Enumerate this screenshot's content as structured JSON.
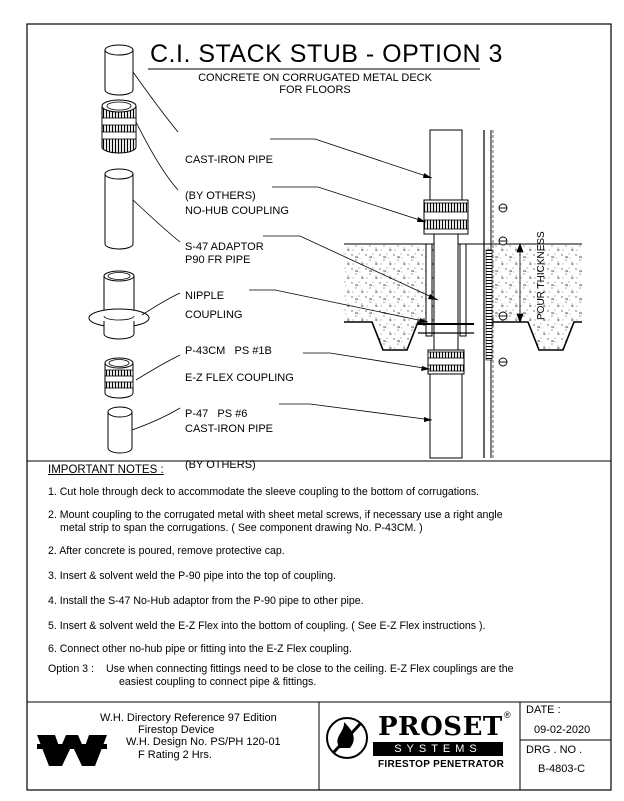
{
  "drawing": {
    "title": "C.I. STACK STUB - OPTION 3",
    "subtitle_line1": "CONCRETE ON CORRUGATED METAL DECK",
    "subtitle_line2": "FOR FLOORS",
    "pour_thickness_label": "POUR THICKNESS"
  },
  "components": [
    {
      "line1": "CAST-IRON PIPE",
      "line2": "(BY OTHERS)"
    },
    {
      "line1": "NO-HUB COUPLING",
      "line2": "S-47 ADAPTOR"
    },
    {
      "line1": "P90 FR PIPE",
      "line2": "NIPPLE"
    },
    {
      "line1": "COUPLING",
      "line2": "P-43CM   PS #1B"
    },
    {
      "line1": "E-Z FLEX COUPLING",
      "line2": "P-47   PS #6"
    },
    {
      "line1": "CAST-IRON PIPE",
      "line2": "(BY OTHERS)"
    }
  ],
  "notes": {
    "heading": "IMPORTANT NOTES :",
    "n1": "1. Cut hole through deck to accommodate the sleeve coupling to the bottom of corrugations.",
    "n2a": "2. Mount coupling to the corrugated metal with sheet metal screws, if necessary use a right angle",
    "n2b": "metal strip to span the corrugations. ( See component drawing No. P-43CM. )",
    "n3": "2. After concrete is poured, remove protective cap.",
    "n4": "3. Insert & solvent weld the P-90 pipe into the top of coupling.",
    "n5": "4. Install the S-47 No-Hub adaptor from the P-90 pipe to other pipe.",
    "n6": "5. Insert & solvent weld the E-Z Flex into the bottom of coupling. ( See E-Z Flex instructions ).",
    "n7": "6. Connect other no-hub pipe or fitting into the E-Z Flex coupling.",
    "opt_label": "Option 3 :",
    "opt_line1": "Use when connecting fittings need to be close to the ceiling. E-Z Flex couplings are the",
    "opt_line2": "easiest coupling to connect pipe & fittings."
  },
  "title_block": {
    "ref1": "W.H. Directory Reference 97 Edition",
    "ref2": "Firestop Device",
    "ref3": "W.H. Design No. PS/PH 120-01",
    "ref4": "F Rating 2 Hrs.",
    "logo_wh": "WH",
    "logo_proset": "PROSET",
    "logo_systems": "SYSTEMS",
    "logo_tagline": "FIRESTOP PENETRATOR",
    "registered_mark": "®",
    "date_label": "DATE :",
    "date_value": "09-02-2020",
    "drg_label": "DRG . NO .",
    "drg_value": "B-4803-C"
  }
}
